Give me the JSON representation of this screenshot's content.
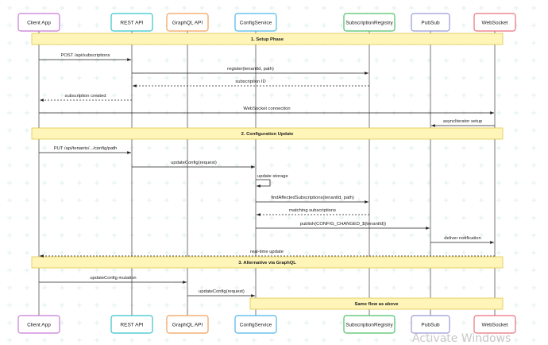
{
  "participants": [
    {
      "id": "client",
      "label": "Client App",
      "color": "#c77bd8"
    },
    {
      "id": "rest",
      "label": "REST API",
      "color": "#35c3c9"
    },
    {
      "id": "graphql",
      "label": "GraphQL API",
      "color": "#f0a05a"
    },
    {
      "id": "config",
      "label": "ConfigService",
      "color": "#4fb8e8"
    },
    {
      "id": "registry",
      "label": "SubscriptionRegistry",
      "color": "#4fc06a"
    },
    {
      "id": "pubsub",
      "label": "PubSub",
      "color": "#9a9ad8"
    },
    {
      "id": "websocket",
      "label": "WebSocket",
      "color": "#e8707a"
    }
  ],
  "sections": [
    {
      "label": "1. Setup Phase",
      "from": "client",
      "to": "websocket"
    },
    {
      "label": "2. Configuration Update",
      "from": "client",
      "to": "websocket"
    },
    {
      "label": "3. Alternative via GraphQL",
      "from": "client",
      "to": "websocket"
    }
  ],
  "messages": [
    {
      "from": "client",
      "to": "rest",
      "label": "POST /api/subscriptions",
      "style": "solid"
    },
    {
      "from": "rest",
      "to": "registry",
      "label": "register(tenantId, path)",
      "style": "solid"
    },
    {
      "from": "registry",
      "to": "rest",
      "label": "subscription ID",
      "style": "dashed"
    },
    {
      "from": "rest",
      "to": "client",
      "label": "subscription created",
      "style": "dashed"
    },
    {
      "from": "client",
      "to": "websocket",
      "label": "WebSocket connection",
      "style": "solid"
    },
    {
      "from": "websocket",
      "to": "pubsub",
      "label": "asyncIterator setup",
      "style": "solid"
    },
    {
      "from": "client",
      "to": "rest",
      "label": "PUT /api/tenants/.../config/path",
      "style": "solid"
    },
    {
      "from": "rest",
      "to": "config",
      "label": "updateConfig(request)",
      "style": "solid"
    },
    {
      "from": "config",
      "to": "config",
      "label": "update storage",
      "style": "self"
    },
    {
      "from": "config",
      "to": "registry",
      "label": "findAffectedSubscriptions(tenantId, path)",
      "style": "solid"
    },
    {
      "from": "registry",
      "to": "config",
      "label": "matching subscriptions",
      "style": "dashed"
    },
    {
      "from": "config",
      "to": "pubsub",
      "label": "publish(CONFIG_CHANGED_${tenantId})",
      "style": "solid"
    },
    {
      "from": "pubsub",
      "to": "websocket",
      "label": "deliver notification",
      "style": "solid"
    },
    {
      "from": "websocket",
      "to": "client",
      "label": "real-time update",
      "style": "dashed"
    },
    {
      "from": "client",
      "to": "graphql",
      "label": "updateConfig mutation",
      "style": "solid"
    },
    {
      "from": "graphql",
      "to": "config",
      "label": "updateConfig(request)",
      "style": "solid"
    }
  ],
  "notes": [
    {
      "label": "Same flow as above",
      "from": "config",
      "to": "websocket"
    }
  ],
  "watermark": "Activate Windows"
}
